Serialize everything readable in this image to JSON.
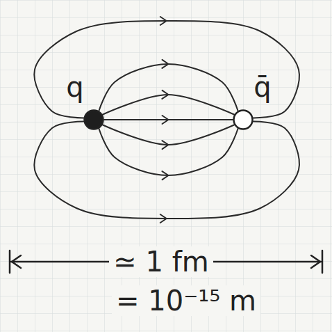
{
  "diagram": {
    "nodes": [
      {
        "text": [
          "q"
        ]
      },
      {
        "text": [
          "q̄"
        ]
      }
    ],
    "edges": [
      {
        "from": 0,
        "to": 1,
        "arrow": "to"
      },
      {
        "from": 0,
        "to": 1,
        "arrow": "to"
      },
      {
        "from": 0,
        "to": 1,
        "arrow": "to"
      },
      {
        "from": 0,
        "to": 1,
        "arrow": "to"
      },
      {
        "from": 0,
        "to": 1,
        "arrow": "to"
      },
      {
        "from": 0,
        "to": 1,
        "arrow": "to"
      },
      {
        "from": 0,
        "to": 1,
        "arrow": "to"
      }
    ],
    "labels": [
      "≃ 1 fm",
      "= 10⁻¹⁵ m"
    ]
  }
}
